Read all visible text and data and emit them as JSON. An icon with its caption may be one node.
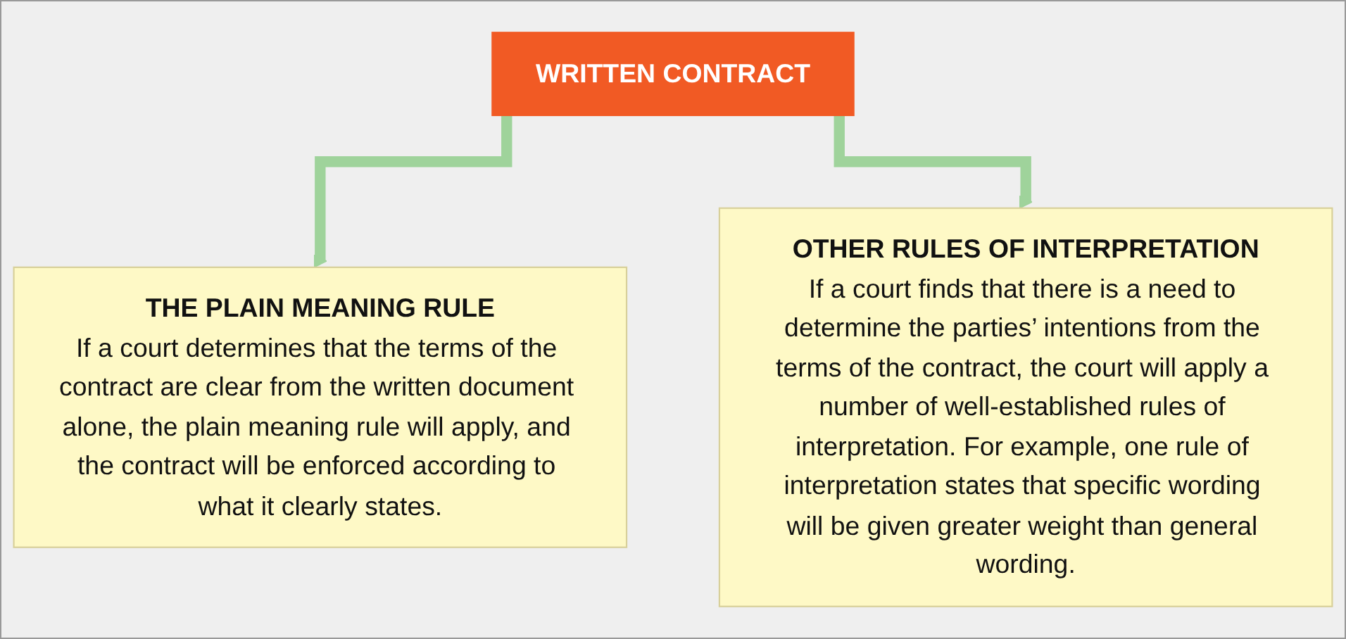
{
  "diagram": {
    "nodes": [
      {
        "text": [
          "WRITTEN CONTRACT"
        ]
      },
      {
        "text": [
          "THE PLAIN MEANING RULE",
          "If a court determines that the terms of the contract are clear from the written document alone, the plain meaning rule will apply, and the contract will be enforced according to what it clearly states."
        ]
      },
      {
        "text": [
          "OTHER RULES OF INTERPRETATION",
          "If a court finds that there is a need to determine the parties’ intentions from the terms of the contract, the court will apply a number of well-established rules of interpretation. For example, one rule of interpretation states that specific wording will be given greater weight than general wording."
        ]
      }
    ],
    "edges": [
      {
        "from": 0,
        "to": 1,
        "arrow": "to",
        "color": "#9fd39b"
      },
      {
        "from": 0,
        "to": 2,
        "arrow": "to",
        "color": "#9fd39b"
      }
    ]
  }
}
